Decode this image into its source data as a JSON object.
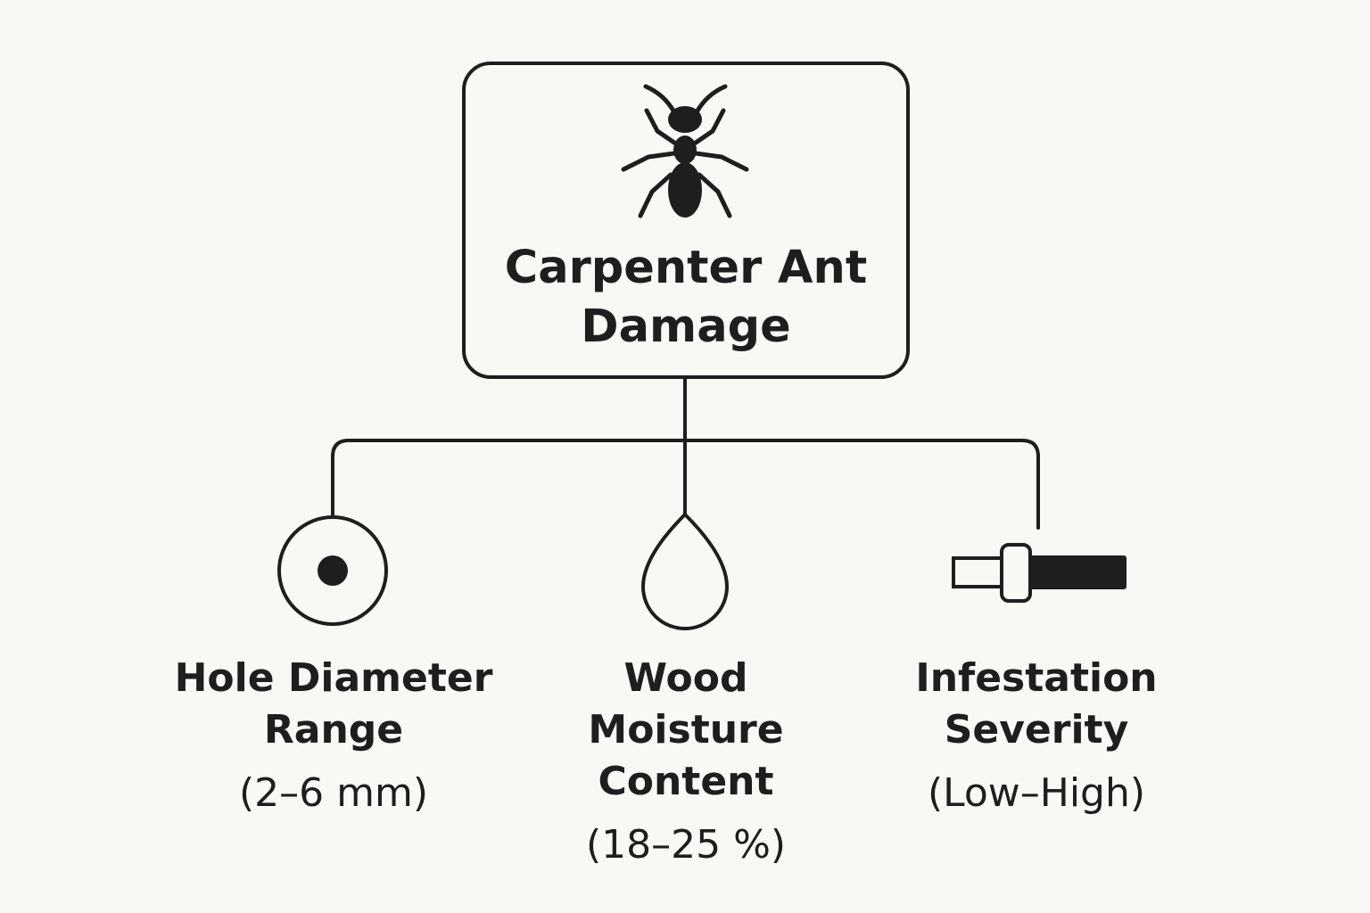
{
  "root": {
    "title_line1": "Carpenter Ant",
    "title_line2": "Damage",
    "icon": "ant-icon"
  },
  "nodes": [
    {
      "icon": "target-hole-icon",
      "name_lines": [
        "Hole Diameter",
        "Range"
      ],
      "range": "(2–6 mm)"
    },
    {
      "icon": "water-drop-icon",
      "name_lines": [
        "Wood",
        "Moisture",
        "Content"
      ],
      "range": "(18–25 %)"
    },
    {
      "icon": "severity-slider-icon",
      "name_lines": [
        "Infestation",
        "Severity"
      ],
      "range": "(Low–High)"
    }
  ],
  "colors": {
    "background": "#f9f8f5",
    "ink": "#1e1e1e"
  }
}
